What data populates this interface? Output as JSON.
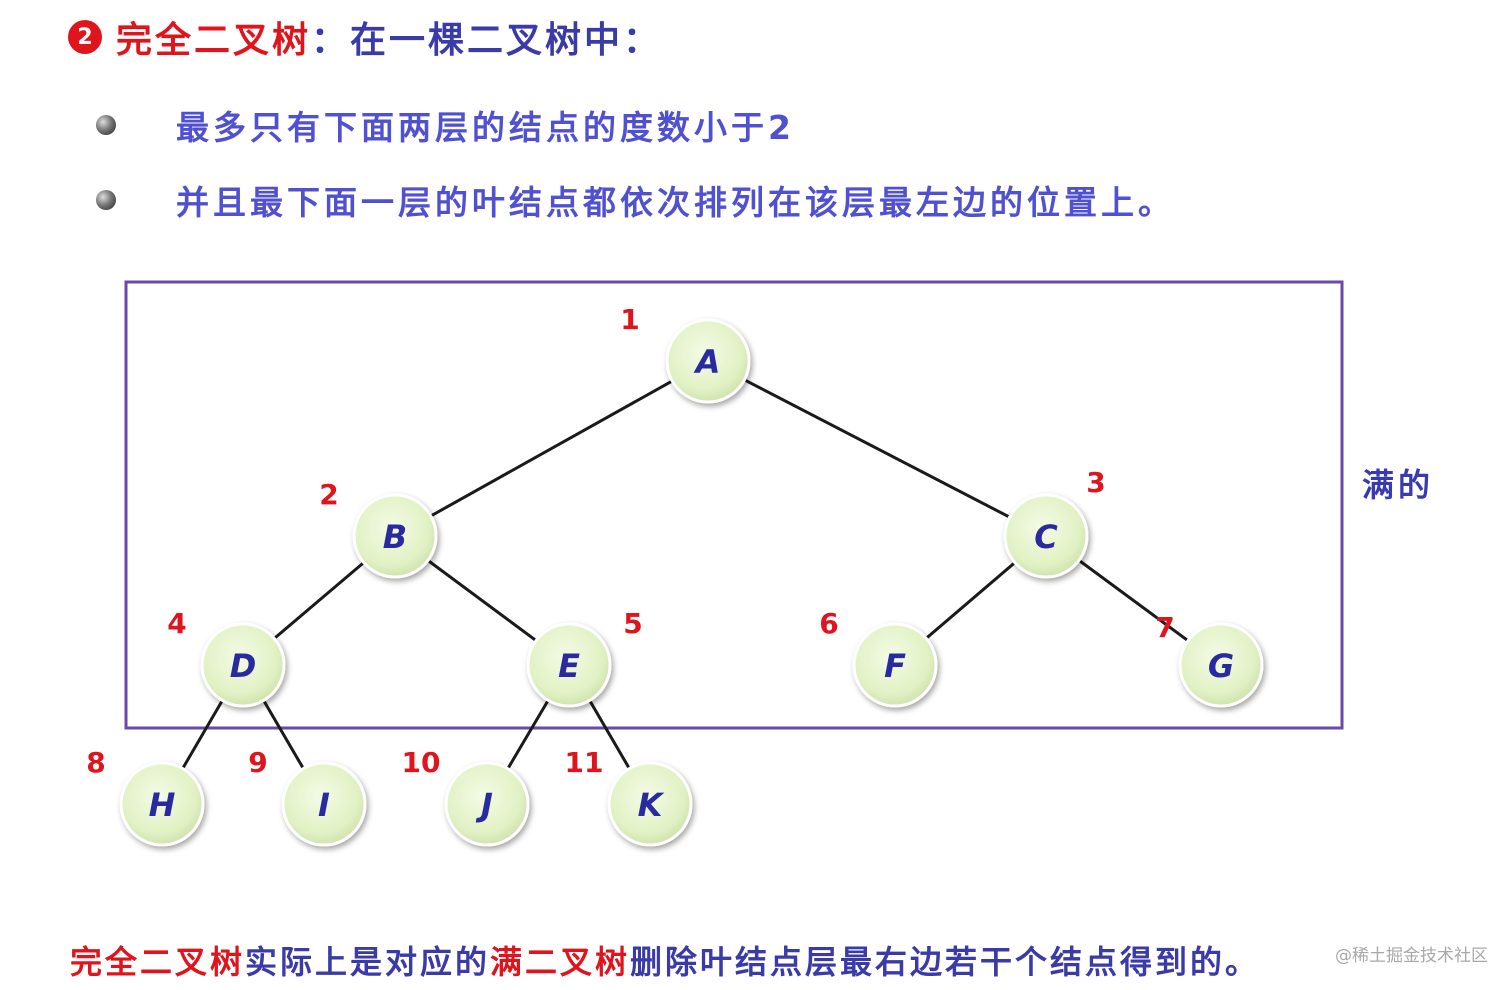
{
  "heading": {
    "number": "2",
    "term": "完全二叉树",
    "rest": "：在一棵二叉树中："
  },
  "bullets": [
    "最多只有下面两层的结点的度数小于2",
    "并且最下面一层的叶结点都依次排列在该层最左边的位置上。"
  ],
  "box_label": "满的",
  "tree": {
    "nodes": [
      {
        "id": "A",
        "label": "A",
        "number": "1"
      },
      {
        "id": "B",
        "label": "B",
        "number": "2"
      },
      {
        "id": "C",
        "label": "C",
        "number": "3"
      },
      {
        "id": "D",
        "label": "D",
        "number": "4"
      },
      {
        "id": "E",
        "label": "E",
        "number": "5"
      },
      {
        "id": "F",
        "label": "F",
        "number": "6"
      },
      {
        "id": "G",
        "label": "G",
        "number": "7"
      },
      {
        "id": "H",
        "label": "H",
        "number": "8"
      },
      {
        "id": "I",
        "label": "I",
        "number": "9"
      },
      {
        "id": "J",
        "label": "J",
        "number": "10"
      },
      {
        "id": "K",
        "label": "K",
        "number": "11"
      }
    ],
    "edges": [
      [
        "A",
        "B"
      ],
      [
        "A",
        "C"
      ],
      [
        "B",
        "D"
      ],
      [
        "B",
        "E"
      ],
      [
        "C",
        "F"
      ],
      [
        "C",
        "G"
      ],
      [
        "D",
        "H"
      ],
      [
        "D",
        "I"
      ],
      [
        "E",
        "J"
      ],
      [
        "E",
        "K"
      ]
    ]
  },
  "footer": [
    {
      "text": "完全二叉树",
      "color": "red"
    },
    {
      "text": "实际上是对应的",
      "color": "blue"
    },
    {
      "text": "满二叉树",
      "color": "red"
    },
    {
      "text": "删除叶结点层最右边若干个结点得到的。",
      "color": "blue"
    }
  ],
  "watermark": "@稀土掘金技术社区",
  "colors": {
    "red": "#e0141c",
    "blue": "#3a3aa8",
    "box": "#6a4aa8",
    "node_fill": "#e4f2c8",
    "node_label": "#2a2aa0",
    "number": "#e0141c",
    "edge": "#1a1a1a"
  }
}
